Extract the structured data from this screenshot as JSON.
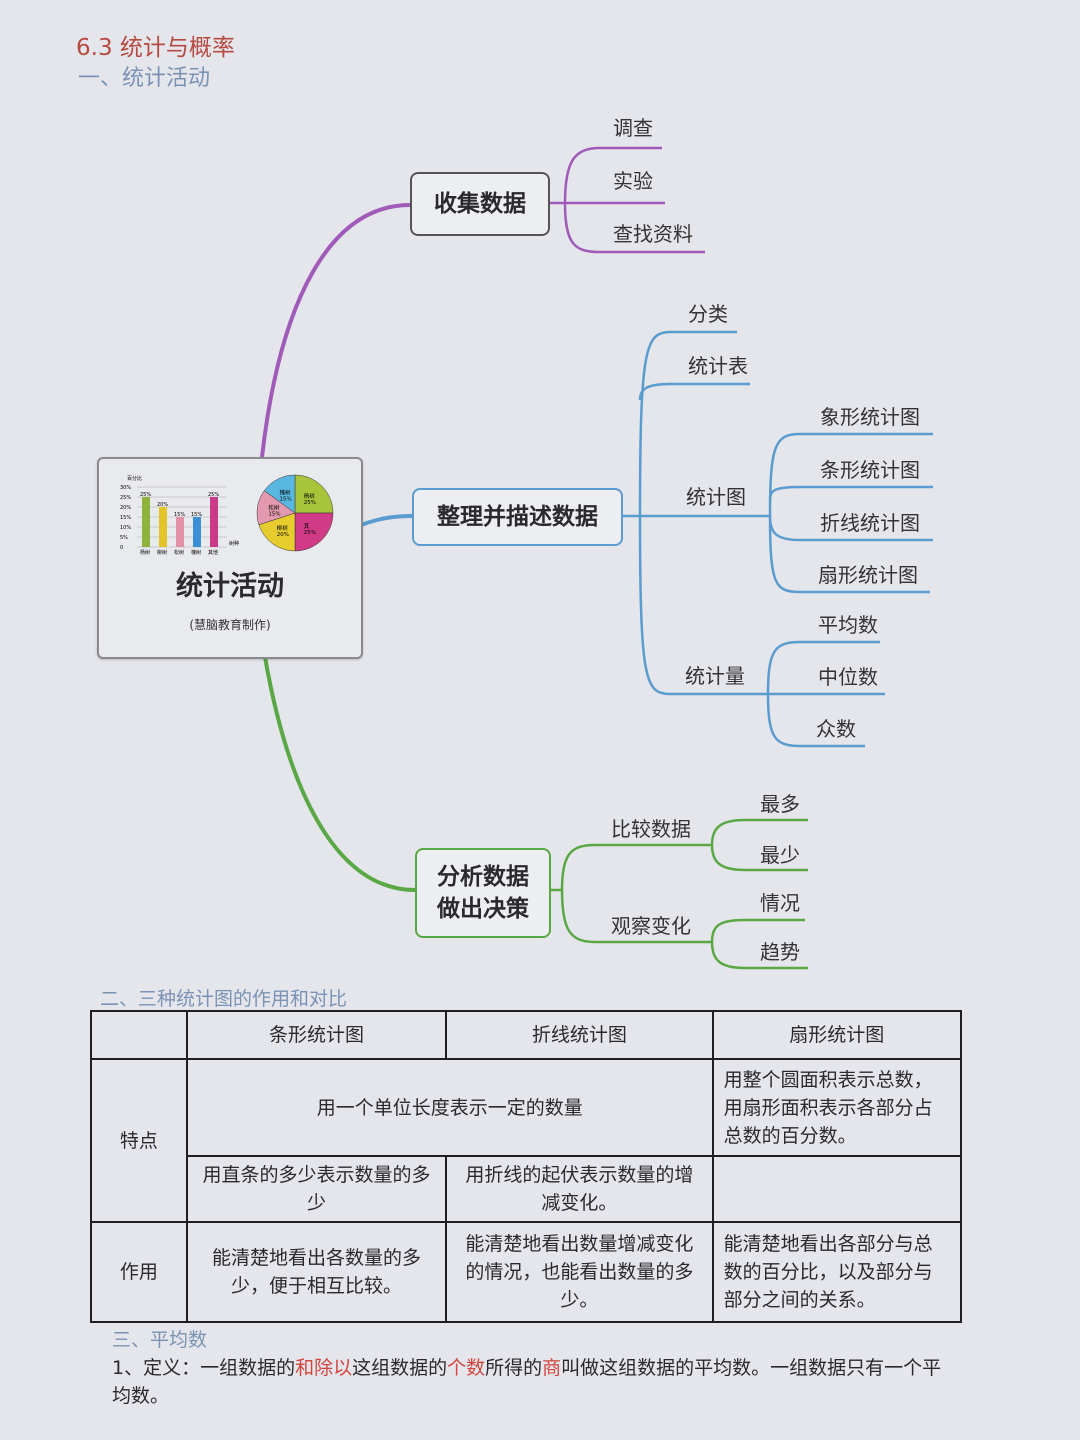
{
  "header": {
    "title": "6.3 统计与概率",
    "section1": "一、统计活动"
  },
  "center": {
    "title": "统计活动",
    "subtitle": "(慧脑教育制作)",
    "thumbnail": {
      "bar": {
        "ylabel": "百分比",
        "xlabel": "树种",
        "categories": [
          "杨树",
          "柳树",
          "松树",
          "槐树",
          "其他"
        ],
        "values": [
          25,
          20,
          15,
          15,
          25
        ],
        "labels": [
          "25%",
          "20%",
          "15%",
          "15%",
          "25%"
        ],
        "yticks": [
          "0",
          "5%",
          "10%",
          "15%",
          "20%",
          "25%",
          "30%"
        ],
        "colors": [
          "#8db33a",
          "#e3c52a",
          "#e391a8",
          "#3a8fd6",
          "#cc3a8a"
        ]
      },
      "pie": [
        {
          "label": "杨树",
          "pct": "25%",
          "value": 25,
          "color": "#a8c43a"
        },
        {
          "label": "其",
          "pct": "25%",
          "value": 25,
          "color": "#d03a86"
        },
        {
          "label": "柳树",
          "pct": "20%",
          "value": 20,
          "color": "#e6cc2c"
        },
        {
          "label": "松树",
          "pct": "15%",
          "value": 15,
          "color": "#e39ab0"
        },
        {
          "label": "槐树",
          "pct": "15%",
          "value": 15,
          "color": "#5ab8e0"
        }
      ]
    }
  },
  "colors": {
    "collect": "#a05ab8",
    "organize": "#5a9ccf",
    "analyze": "#5aa845"
  },
  "branches": {
    "collect": {
      "label": "收集数据",
      "leaves": [
        "调查",
        "实验",
        "查找资料"
      ]
    },
    "organize": {
      "label": "整理并描述数据",
      "leaves": [
        "分类",
        "统计表",
        "统计图",
        "统计量"
      ],
      "charts": [
        "象形统计图",
        "条形统计图",
        "折线统计图",
        "扇形统计图"
      ],
      "measures": [
        "平均数",
        "中位数",
        "众数"
      ]
    },
    "analyze": {
      "label1": "分析数据",
      "label2": "做出决策",
      "compare": {
        "label": "比较数据",
        "leaves": [
          "最多",
          "最少"
        ]
      },
      "observe": {
        "label": "观察变化",
        "leaves": [
          "情况",
          "趋势"
        ]
      }
    }
  },
  "section2": {
    "title": "二、三种统计图的作用和对比",
    "headers": [
      "",
      "条形统计图",
      "折线统计图",
      "扇形统计图"
    ],
    "feature_label": "特点",
    "feature_shared": "用一个单位长度表示一定的数量",
    "feature_pie": "用整个圆面积表示总数，用扇形面积表示各部分占总数的百分数。",
    "feature_bar": "用直条的多少表示数量的多少",
    "feature_line": "用折线的起伏表示数量的增减变化。",
    "use_label": "作用",
    "use_bar": "能清楚地看出各数量的多少，便于相互比较。",
    "use_line": "能清楚地看出数量增减变化的情况，也能看出数量的多少。",
    "use_pie": "能清楚地看出各部分与总数的百分比，以及部分与部分之间的关系。"
  },
  "section3": {
    "title": "三、平均数",
    "def": [
      "1、定义：一组数据的",
      "和除以",
      "这组数据的",
      "个数",
      "所得的",
      "商",
      "叫做这组数据的平均数。一组数据只有一个平均数。"
    ]
  }
}
